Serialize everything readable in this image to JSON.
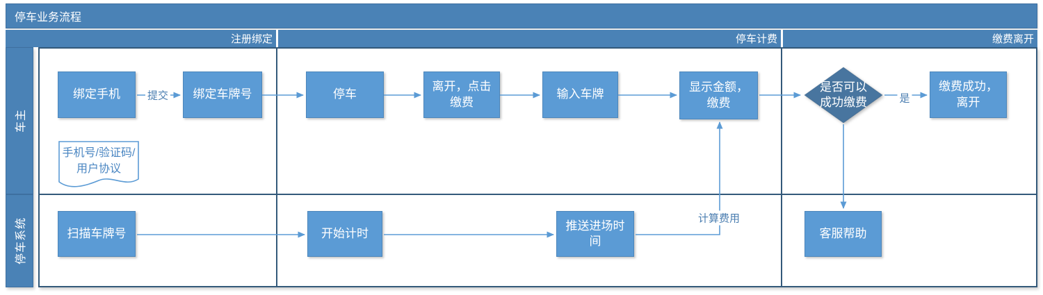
{
  "pool": {
    "title": "停车业务流程"
  },
  "phases": [
    {
      "label": "注册绑定"
    },
    {
      "label": "停车计费"
    },
    {
      "label": "缴费离开"
    }
  ],
  "lanes": [
    {
      "label": "车主"
    },
    {
      "label": "停车系统"
    }
  ],
  "nodes": {
    "bind_phone": {
      "label": "绑定手机"
    },
    "bind_plate": {
      "label": "绑定车牌号"
    },
    "park": {
      "label": "停车"
    },
    "leave_pay": {
      "label": "离开，点击缴费"
    },
    "enter_plate": {
      "label": "输入车牌"
    },
    "show_amount": {
      "label": "显示金额，缴费"
    },
    "decision": {
      "label": "是否可以成功缴费"
    },
    "pay_success": {
      "label": "缴费成功，离开"
    },
    "document": {
      "label": "手机号/验证码/用户协议"
    },
    "scan_plate": {
      "label": "扫描车牌号"
    },
    "start_timer": {
      "label": "开始计时"
    },
    "push_time": {
      "label": "推送进场时间"
    },
    "service_help": {
      "label": "客服帮助"
    }
  },
  "edge_labels": {
    "submit": "提交",
    "yes": "是",
    "calc_fee": "计算费用"
  },
  "colors": {
    "bar": "#4a82b6",
    "box": "#5b9bd5",
    "diamond": "#48759f",
    "border": "#33597a",
    "arrow": "#5b9bd5",
    "label": "#4a7db0",
    "docline": "#5b9bd5",
    "doctext": "#4a86c2"
  }
}
